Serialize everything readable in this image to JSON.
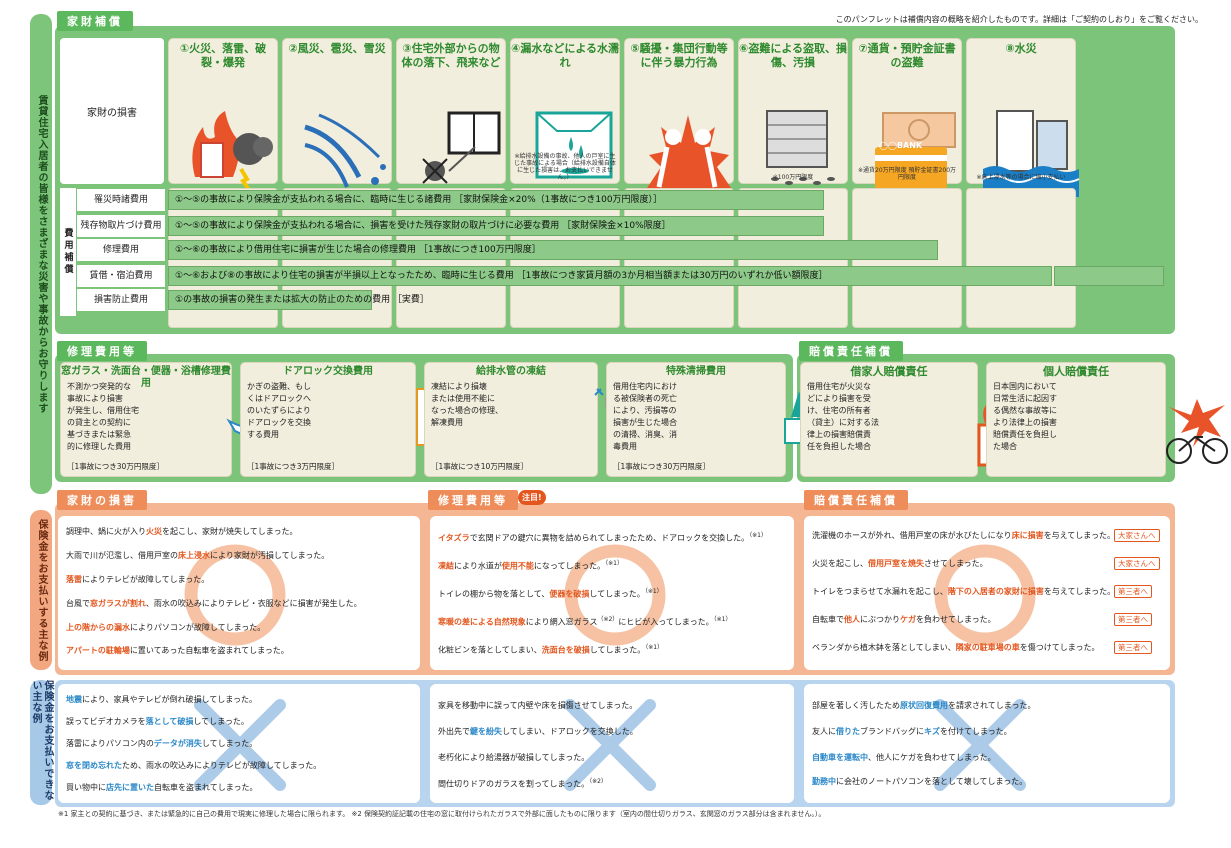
{
  "disclaimer": "このパンフレットは補償内容の概略を紹介したものです。詳細は「ご契約のしおり」をご覧ください。",
  "side_top": "賃貸住宅入居者の皆様をさまざまな災害や事故からお守りします",
  "side_mid": "保険金をお支払いする主な例",
  "side_bot": "保険金をお支払いできない主な例",
  "kazai": {
    "tag": "家財補償",
    "row_label": "家財の損害",
    "hazards": [
      {
        "title": "①火災、落雷、破裂・爆発",
        "note": ""
      },
      {
        "title": "②風災、雹災、雪災",
        "note": ""
      },
      {
        "title": "③住宅外部からの物体の落下、飛来など",
        "note": ""
      },
      {
        "title": "④漏水などによる水濡れ",
        "note": "※給排水設備の事故、他人の戸室に生じた事故による場合（給排水設備自体に生じた損害は、お支払いできません。）"
      },
      {
        "title": "⑤騒擾・集団行動等に伴う暴力行為",
        "note": ""
      },
      {
        "title": "⑥盗難による盗取、損傷、汚損",
        "note": "※100万円限度"
      },
      {
        "title": "⑦通貨・預貯金証書の盗難",
        "note": "※通貨20万円限度 預貯金証書200万円限度"
      },
      {
        "title": "⑧水災",
        "note": "※床上浸水等の場合に縮小支払い"
      }
    ],
    "bank_label": "◯◯BANK",
    "cost_group_label": "費用補償",
    "costs": [
      {
        "label": "罹災時諸費用",
        "text": "①～⑤の事故により保険金が支払われる場合に、臨時に生じる諸費用 ［家財保険金×20%（1事故につき100万円限度）］"
      },
      {
        "label": "残存物取片づけ費用",
        "text": "①～⑤の事故により保険金が支払われる場合に、損害を受けた残存家財の取片づけに必要な費用 ［家財保険金×10%限度］"
      },
      {
        "label": "修理費用",
        "text": "①～⑥の事故により借用住宅に損害が生じた場合の修理費用 ［1事故につき100万円限度］"
      },
      {
        "label": "賃借・宿泊費用",
        "text": "①～⑥および⑧の事故により住宅の損害が半損以上となったため、臨時に生じる費用 ［1事故につき家賃月額の3か月相当額または30万円のいずれか低い額限度］"
      },
      {
        "label": "損害防止費用",
        "text": "①の事故の損害の発生または拡大の防止のための費用 ［実費］"
      }
    ]
  },
  "repair": {
    "tag": "修理費用等",
    "cards": [
      {
        "title": "窓ガラス・洗面台・便器・浴槽修理費用",
        "body": [
          "不測かつ突発的な",
          "事故により損害",
          "が発生し、借用住宅",
          "の貸主との契約に",
          "基づきまたは緊急",
          "的に修理した費用"
        ],
        "limit": "［1事故につき30万円限度］"
      },
      {
        "title": "ドアロック交換費用",
        "body": [
          "かぎの盗難、もし",
          "くはドアロックへ",
          "のいたずらにより",
          "ドアロックを交換",
          "する費用"
        ],
        "limit": "［1事故につき3万円限度］"
      },
      {
        "title": "給排水管の凍結",
        "body": [
          "凍結により損壊",
          "または使用不能に",
          "なった場合の修理、",
          "解凍費用"
        ],
        "limit": "［1事故につき10万円限度］"
      },
      {
        "title": "特殊清掃費用",
        "body": [
          "借用住宅内におけ",
          "る被保険者の死亡",
          "により、汚損等の",
          "損害が生じた場合",
          "の清掃、消臭、消",
          "毒費用"
        ],
        "limit": "［1事故につき30万円限度］"
      }
    ]
  },
  "liability": {
    "tag": "賠償責任補償",
    "cards": [
      {
        "title": "借家人賠償責任",
        "body": [
          "借用住宅が火災な",
          "どにより損害を受",
          "け、住宅の所有者",
          "（貸主）に対する法",
          "律上の損害賠償責",
          "任を負担した場合"
        ]
      },
      {
        "title": "個人賠償責任",
        "body": [
          "日本国内において",
          "日常生活に起因す",
          "る偶然な事故等に",
          "より法律上の損害",
          "賠償責任を負担し",
          "た場合"
        ]
      }
    ]
  },
  "paid": {
    "col1_tag": "家財の損害",
    "col2_tag": "修理費用等",
    "col2_badge": "注目!",
    "col3_tag": "賠償責任補償",
    "col1": [
      [
        "調理中、鍋に火が入り",
        "火災",
        "を起こし、家財が焼失してしまった。",
        ""
      ],
      [
        "大雨で川が氾濫し、借用戸室の",
        "床上浸水",
        "により家財が汚損してしまった。",
        ""
      ],
      [
        "",
        "落雷",
        "によりテレビが故障してしまった。",
        ""
      ],
      [
        "台風で",
        "窓ガラスが割れ",
        "、雨水の吹込みによりテレビ・衣服などに損害が発生した。",
        ""
      ],
      [
        "",
        "上の階からの漏水",
        "によりパソコンが故障してしまった。",
        ""
      ],
      [
        "",
        "アパートの駐輪場",
        "に置いてあった自転車を盗まれてしまった。",
        ""
      ]
    ],
    "col2": [
      [
        "",
        "イタズラ",
        "で玄関ドアの鍵穴に異物を詰められてしまったため、ドアロックを交換した。",
        "（※1）"
      ],
      [
        "",
        "凍結",
        "により水道が",
        "使用不能",
        "になってしまった。",
        "（※1）"
      ],
      [
        "トイレの棚から物を落として、",
        "便器を破損",
        "してしまった。",
        "（※1）"
      ],
      [
        "",
        "寒暖の差による自然現象",
        "により網入窓ガラス",
        "（※2）",
        "にヒビが入ってしまった。",
        "（※1）"
      ],
      [
        "化粧ビンを落としてしまい、",
        "洗面台を破損",
        "してしまった。",
        "（※1）"
      ]
    ],
    "col3": [
      {
        "pre": "洗濯機のホースが外れ、借用戸室の床が水びたしになり",
        "hi": "床に損害",
        "post": "を与えてしまった。",
        "tag": "大家さんへ"
      },
      {
        "pre": "火災を起こし、",
        "hi": "借用戸室を焼失",
        "post": "させてしまった。",
        "tag": "大家さんへ"
      },
      {
        "pre": "トイレをつまらせて水漏れを起こし、",
        "hi": "階下の入居者の家財に損害",
        "post": "を与えてしまった。",
        "tag": "第三者へ"
      },
      {
        "pre": "自転車で",
        "hi": "他人",
        "post": "にぶつかり",
        "hi2": "ケガ",
        "post2": "を負わせてしまった。",
        "tag": "第三者へ"
      },
      {
        "pre": "ベランダから植木鉢を落としてしまい、",
        "hi": "隣家の駐車場の車",
        "post": "を傷つけてしまった。",
        "tag": "第三者へ"
      }
    ]
  },
  "notpaid": {
    "col1": [
      [
        "",
        "地震",
        "により、家具やテレビが倒れ破損してしまった。"
      ],
      [
        "誤ってビデオカメラを",
        "落として破損",
        "してしまった。"
      ],
      [
        "落雷によりパソコン内の",
        "データが消失",
        "してしまった。"
      ],
      [
        "",
        "窓を閉め忘れた",
        "ため、雨水の吹込みによりテレビが故障してしまった。"
      ],
      [
        "買い物中に",
        "店先に置いた",
        "自転車を盗まれてしまった。"
      ]
    ],
    "col2": [
      "家具を移動中に誤って内壁や床を損傷させてしまった。",
      [
        "外出先で",
        "鍵を紛失",
        "してしまい、ドアロックを交換した。"
      ],
      "老朽化により給湯器が破損してしまった。",
      [
        "間仕切りドアのガラスを割ってしまった。",
        "（※2）"
      ]
    ],
    "col3": [
      [
        "部屋を著しく汚したため",
        "原状回復費用",
        "を請求されてしまった。"
      ],
      [
        "友人に",
        "借りた",
        "ブランドバッグに",
        "キズ",
        "を付けてしまった。"
      ],
      [
        "",
        "自動車を運転中",
        "、他人にケガを負わせてしまった。"
      ],
      [
        "",
        "勤務中",
        "に会社のノートパソコンを落として壊してしまった。"
      ]
    ]
  },
  "footnote": "※1 家主との契約に基づき、または緊急的に自己の費用で現実に修理した場合に限られます。 ※2 保険契約証記載の住宅の窓に取付けられたガラスで外部に面したものに限ります（室内の間仕切りガラス、玄関窓のガラス部分は含まれません。）。",
  "colors": {
    "green": "#5cb85c",
    "orange": "#ee8d5a",
    "blue": "#9dc3e6",
    "accent_orange": "#e3571f",
    "accent_blue": "#2a88c8"
  }
}
